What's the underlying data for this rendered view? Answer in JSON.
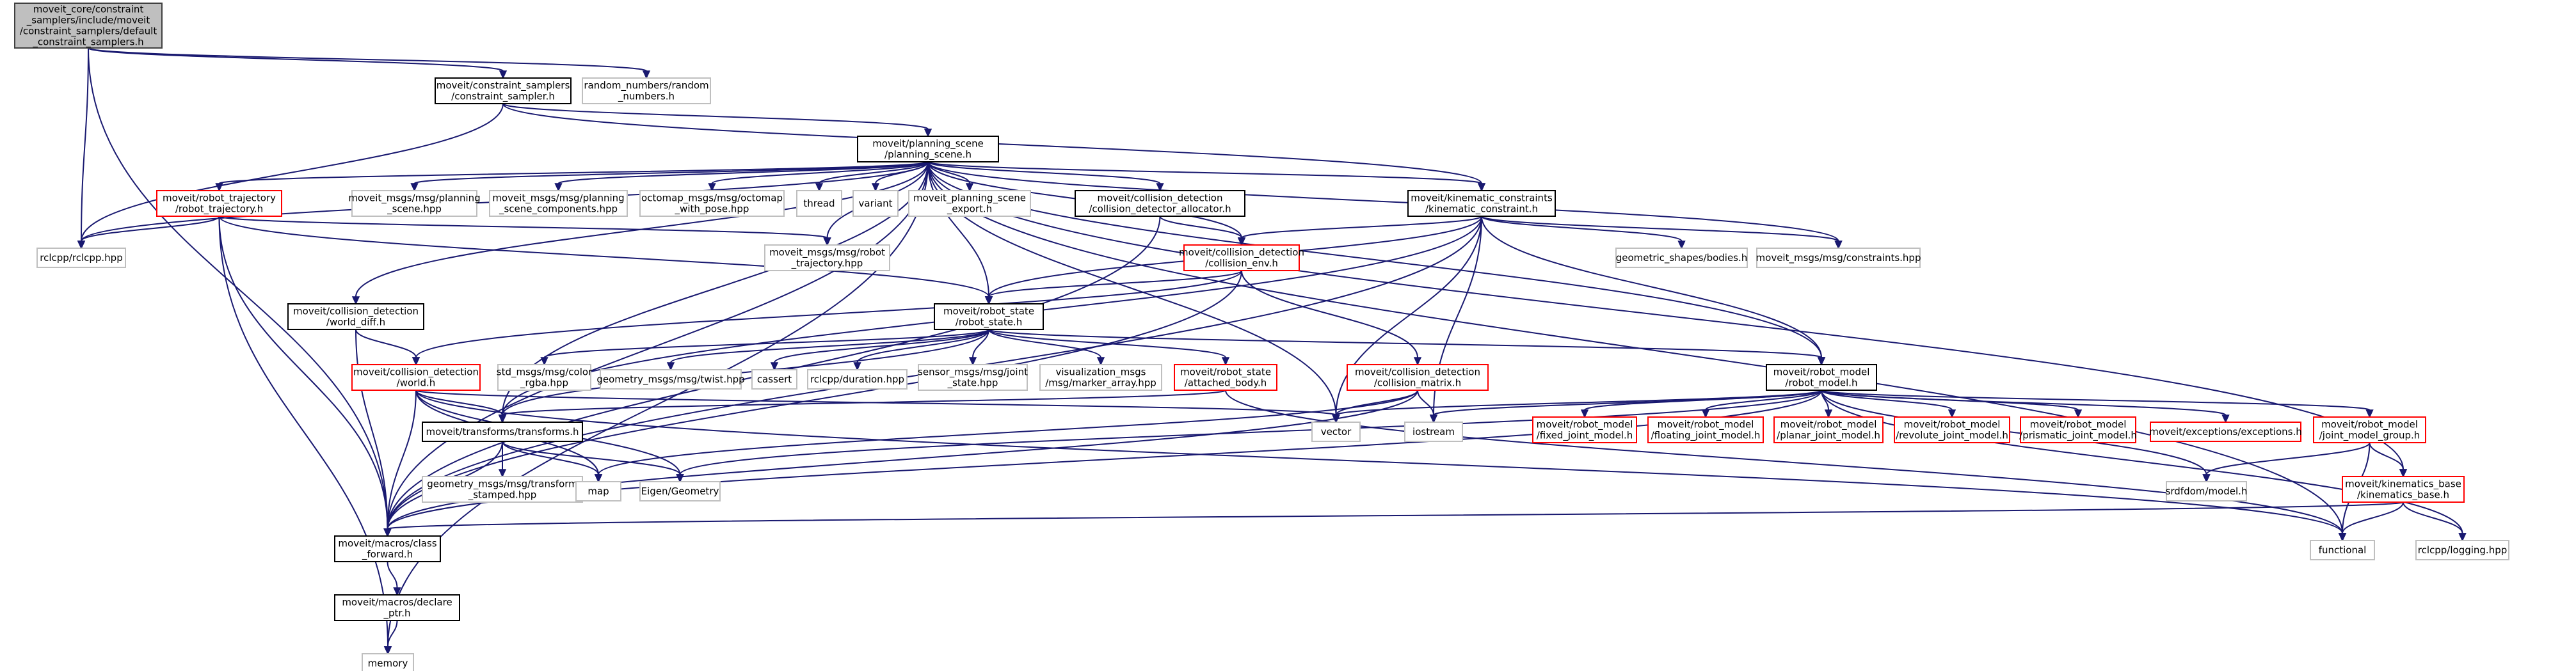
{
  "colors": {
    "root_fill": "#bfbfbf",
    "root_border": "#404040",
    "normal_border": "#000000",
    "truncated_border": "#ff0000",
    "external_border": "#bfbfbf",
    "edge": "#191970",
    "background": "#ffffff"
  },
  "nodes": [
    {
      "id": "root",
      "lines": [
        "moveit_core/constraint",
        "_samplers/include/moveit",
        "/constraint_samplers/default",
        "_constraint_samplers.h"
      ],
      "kind": "root"
    },
    {
      "id": "constraint_sampler",
      "lines": [
        "moveit/constraint_samplers",
        "/constraint_sampler.h"
      ],
      "kind": "normal"
    },
    {
      "id": "random_numbers",
      "lines": [
        "random_numbers/random",
        "_numbers.h"
      ],
      "kind": "external"
    },
    {
      "id": "planning_scene",
      "lines": [
        "moveit/planning_scene",
        "/planning_scene.h"
      ],
      "kind": "normal"
    },
    {
      "id": "robot_trajectory",
      "lines": [
        "moveit/robot_trajectory",
        "/robot_trajectory.h"
      ],
      "kind": "truncated"
    },
    {
      "id": "msg_planning_scene",
      "lines": [
        "moveit_msgs/msg/planning",
        "_scene.hpp"
      ],
      "kind": "external"
    },
    {
      "id": "msg_planning_scene_components",
      "lines": [
        "moveit_msgs/msg/planning",
        "_scene_components.hpp"
      ],
      "kind": "external"
    },
    {
      "id": "octomap",
      "lines": [
        "octomap_msgs/msg/octomap",
        "_with_pose.hpp"
      ],
      "kind": "external"
    },
    {
      "id": "thread",
      "lines": [
        "thread"
      ],
      "kind": "external"
    },
    {
      "id": "variant",
      "lines": [
        "variant"
      ],
      "kind": "external"
    },
    {
      "id": "planning_scene_export",
      "lines": [
        "moveit_planning_scene",
        "_export.h"
      ],
      "kind": "external"
    },
    {
      "id": "collision_detector_allocator",
      "lines": [
        "moveit/collision_detection",
        "/collision_detector_allocator.h"
      ],
      "kind": "normal"
    },
    {
      "id": "kinematic_constraint",
      "lines": [
        "moveit/kinematic_constraints",
        "/kinematic_constraint.h"
      ],
      "kind": "normal"
    },
    {
      "id": "rclcpp",
      "lines": [
        "rclcpp/rclcpp.hpp"
      ],
      "kind": "external"
    },
    {
      "id": "msg_robot_trajectory",
      "lines": [
        "moveit_msgs/msg/robot",
        "_trajectory.hpp"
      ],
      "kind": "external"
    },
    {
      "id": "collision_env",
      "lines": [
        "moveit/collision_detection",
        "/collision_env.h"
      ],
      "kind": "truncated"
    },
    {
      "id": "geometric_shapes",
      "lines": [
        "geometric_shapes/bodies.h"
      ],
      "kind": "external"
    },
    {
      "id": "msg_constraints",
      "lines": [
        "moveit_msgs/msg/constraints.hpp"
      ],
      "kind": "external"
    },
    {
      "id": "world_diff",
      "lines": [
        "moveit/collision_detection",
        "/world_diff.h"
      ],
      "kind": "normal"
    },
    {
      "id": "robot_state",
      "lines": [
        "moveit/robot_state",
        "/robot_state.h"
      ],
      "kind": "normal"
    },
    {
      "id": "world",
      "lines": [
        "moveit/collision_detection",
        "/world.h"
      ],
      "kind": "truncated"
    },
    {
      "id": "color_rgba",
      "lines": [
        "std_msgs/msg/color",
        "_rgba.hpp"
      ],
      "kind": "external"
    },
    {
      "id": "twist",
      "lines": [
        "geometry_msgs/msg/twist.hpp"
      ],
      "kind": "external"
    },
    {
      "id": "cassert",
      "lines": [
        "cassert"
      ],
      "kind": "external"
    },
    {
      "id": "duration",
      "lines": [
        "rclcpp/duration.hpp"
      ],
      "kind": "external"
    },
    {
      "id": "joint_state",
      "lines": [
        "sensor_msgs/msg/joint",
        "_state.hpp"
      ],
      "kind": "external"
    },
    {
      "id": "marker_array",
      "lines": [
        "visualization_msgs",
        "/msg/marker_array.hpp"
      ],
      "kind": "external"
    },
    {
      "id": "attached_body",
      "lines": [
        "moveit/robot_state",
        "/attached_body.h"
      ],
      "kind": "truncated"
    },
    {
      "id": "collision_matrix",
      "lines": [
        "moveit/collision_detection",
        "/collision_matrix.h"
      ],
      "kind": "truncated"
    },
    {
      "id": "robot_model",
      "lines": [
        "moveit/robot_model",
        "/robot_model.h"
      ],
      "kind": "normal"
    },
    {
      "id": "transforms",
      "lines": [
        "moveit/transforms/transforms.h"
      ],
      "kind": "normal"
    },
    {
      "id": "vector",
      "lines": [
        "vector"
      ],
      "kind": "external"
    },
    {
      "id": "iostream",
      "lines": [
        "iostream"
      ],
      "kind": "external"
    },
    {
      "id": "fixed_joint",
      "lines": [
        "moveit/robot_model",
        "/fixed_joint_model.h"
      ],
      "kind": "truncated"
    },
    {
      "id": "floating_joint",
      "lines": [
        "moveit/robot_model",
        "/floating_joint_model.h"
      ],
      "kind": "truncated"
    },
    {
      "id": "planar_joint",
      "lines": [
        "moveit/robot_model",
        "/planar_joint_model.h"
      ],
      "kind": "truncated"
    },
    {
      "id": "revolute_joint",
      "lines": [
        "moveit/robot_model",
        "/revolute_joint_model.h"
      ],
      "kind": "truncated"
    },
    {
      "id": "prismatic_joint",
      "lines": [
        "moveit/robot_model",
        "/prismatic_joint_model.h"
      ],
      "kind": "truncated"
    },
    {
      "id": "exceptions",
      "lines": [
        "moveit/exceptions/exceptions.h"
      ],
      "kind": "truncated"
    },
    {
      "id": "joint_model_group",
      "lines": [
        "moveit/robot_model",
        "/joint_model_group.h"
      ],
      "kind": "truncated"
    },
    {
      "id": "transform_stamped",
      "lines": [
        "geometry_msgs/msg/transform",
        "_stamped.hpp"
      ],
      "kind": "external"
    },
    {
      "id": "map",
      "lines": [
        "map"
      ],
      "kind": "external"
    },
    {
      "id": "eigen_geometry",
      "lines": [
        "Eigen/Geometry"
      ],
      "kind": "external"
    },
    {
      "id": "srdfdom",
      "lines": [
        "srdfdom/model.h"
      ],
      "kind": "external"
    },
    {
      "id": "kinematics_base",
      "lines": [
        "moveit/kinematics_base",
        "/kinematics_base.h"
      ],
      "kind": "truncated"
    },
    {
      "id": "class_forward",
      "lines": [
        "moveit/macros/class",
        "_forward.h"
      ],
      "kind": "normal"
    },
    {
      "id": "functional",
      "lines": [
        "functional"
      ],
      "kind": "external"
    },
    {
      "id": "rclcpp_logging",
      "lines": [
        "rclcpp/logging.hpp"
      ],
      "kind": "external"
    },
    {
      "id": "declare_ptr",
      "lines": [
        "moveit/macros/declare",
        "_ptr.h"
      ],
      "kind": "normal"
    },
    {
      "id": "memory",
      "lines": [
        "memory"
      ],
      "kind": "external"
    }
  ],
  "edges": [
    [
      "root",
      "constraint_sampler"
    ],
    [
      "root",
      "random_numbers"
    ],
    [
      "root",
      "rclcpp"
    ],
    [
      "root",
      "class_forward"
    ],
    [
      "constraint_sampler",
      "planning_scene"
    ],
    [
      "constraint_sampler",
      "kinematic_constraint"
    ],
    [
      "constraint_sampler",
      "rclcpp"
    ],
    [
      "planning_scene",
      "robot_trajectory"
    ],
    [
      "planning_scene",
      "msg_planning_scene"
    ],
    [
      "planning_scene",
      "msg_planning_scene_components"
    ],
    [
      "planning_scene",
      "octomap"
    ],
    [
      "planning_scene",
      "thread"
    ],
    [
      "planning_scene",
      "variant"
    ],
    [
      "planning_scene",
      "planning_scene_export"
    ],
    [
      "planning_scene",
      "collision_detector_allocator"
    ],
    [
      "planning_scene",
      "kinematic_constraint"
    ],
    [
      "planning_scene",
      "rclcpp"
    ],
    [
      "planning_scene",
      "msg_robot_trajectory"
    ],
    [
      "planning_scene",
      "collision_env"
    ],
    [
      "planning_scene",
      "msg_constraints"
    ],
    [
      "planning_scene",
      "world_diff"
    ],
    [
      "planning_scene",
      "robot_state"
    ],
    [
      "planning_scene",
      "transforms"
    ],
    [
      "planning_scene",
      "class_forward"
    ],
    [
      "planning_scene",
      "robot_model"
    ],
    [
      "planning_scene",
      "functional"
    ],
    [
      "planning_scene",
      "memory"
    ],
    [
      "planning_scene",
      "kinematics_base"
    ],
    [
      "planning_scene",
      "vector"
    ],
    [
      "robot_trajectory",
      "rclcpp"
    ],
    [
      "robot_trajectory",
      "msg_robot_trajectory"
    ],
    [
      "robot_trajectory",
      "robot_state"
    ],
    [
      "robot_trajectory",
      "class_forward"
    ],
    [
      "robot_trajectory",
      "memory"
    ],
    [
      "collision_detector_allocator",
      "collision_env"
    ],
    [
      "collision_detector_allocator",
      "class_forward"
    ],
    [
      "kinematic_constraint",
      "collision_env"
    ],
    [
      "kinematic_constraint",
      "robot_state"
    ],
    [
      "kinematic_constraint",
      "robot_model"
    ],
    [
      "kinematic_constraint",
      "geometric_shapes"
    ],
    [
      "kinematic_constraint",
      "msg_constraints"
    ],
    [
      "kinematic_constraint",
      "transforms"
    ],
    [
      "kinematic_constraint",
      "vector"
    ],
    [
      "kinematic_constraint",
      "iostream"
    ],
    [
      "kinematic_constraint",
      "class_forward"
    ],
    [
      "collision_env",
      "robot_state"
    ],
    [
      "collision_env",
      "collision_matrix"
    ],
    [
      "collision_env",
      "world"
    ],
    [
      "collision_env",
      "class_forward"
    ],
    [
      "world_diff",
      "world"
    ],
    [
      "world_diff",
      "class_forward"
    ],
    [
      "robot_state",
      "color_rgba"
    ],
    [
      "robot_state",
      "twist"
    ],
    [
      "robot_state",
      "cassert"
    ],
    [
      "robot_state",
      "duration"
    ],
    [
      "robot_state",
      "joint_state"
    ],
    [
      "robot_state",
      "marker_array"
    ],
    [
      "robot_state",
      "attached_body"
    ],
    [
      "robot_state",
      "robot_model"
    ],
    [
      "robot_state",
      "transforms"
    ],
    [
      "world",
      "transforms"
    ],
    [
      "world",
      "vector"
    ],
    [
      "world",
      "map"
    ],
    [
      "world",
      "eigen_geometry"
    ],
    [
      "world",
      "class_forward"
    ],
    [
      "world",
      "functional"
    ],
    [
      "attached_body",
      "transforms"
    ],
    [
      "attached_body",
      "functional"
    ],
    [
      "collision_matrix",
      "vector"
    ],
    [
      "collision_matrix",
      "iostream"
    ],
    [
      "collision_matrix",
      "map"
    ],
    [
      "collision_matrix",
      "class_forward"
    ],
    [
      "robot_model",
      "fixed_joint"
    ],
    [
      "robot_model",
      "floating_joint"
    ],
    [
      "robot_model",
      "planar_joint"
    ],
    [
      "robot_model",
      "revolute_joint"
    ],
    [
      "robot_model",
      "prismatic_joint"
    ],
    [
      "robot_model",
      "exceptions"
    ],
    [
      "robot_model",
      "joint_model_group"
    ],
    [
      "robot_model",
      "srdfdom"
    ],
    [
      "robot_model",
      "iostream"
    ],
    [
      "robot_model",
      "vector"
    ],
    [
      "robot_model",
      "eigen_geometry"
    ],
    [
      "robot_model",
      "class_forward"
    ],
    [
      "robot_model",
      "rclcpp_logging"
    ],
    [
      "joint_model_group",
      "kinematics_base"
    ],
    [
      "joint_model_group",
      "srdfdom"
    ],
    [
      "joint_model_group",
      "functional"
    ],
    [
      "kinematics_base",
      "class_forward"
    ],
    [
      "kinematics_base",
      "functional"
    ],
    [
      "kinematics_base",
      "rclcpp_logging"
    ],
    [
      "transforms",
      "transform_stamped"
    ],
    [
      "transforms",
      "map"
    ],
    [
      "transforms",
      "eigen_geometry"
    ],
    [
      "transforms",
      "class_forward"
    ],
    [
      "class_forward",
      "declare_ptr"
    ],
    [
      "declare_ptr",
      "memory"
    ]
  ]
}
